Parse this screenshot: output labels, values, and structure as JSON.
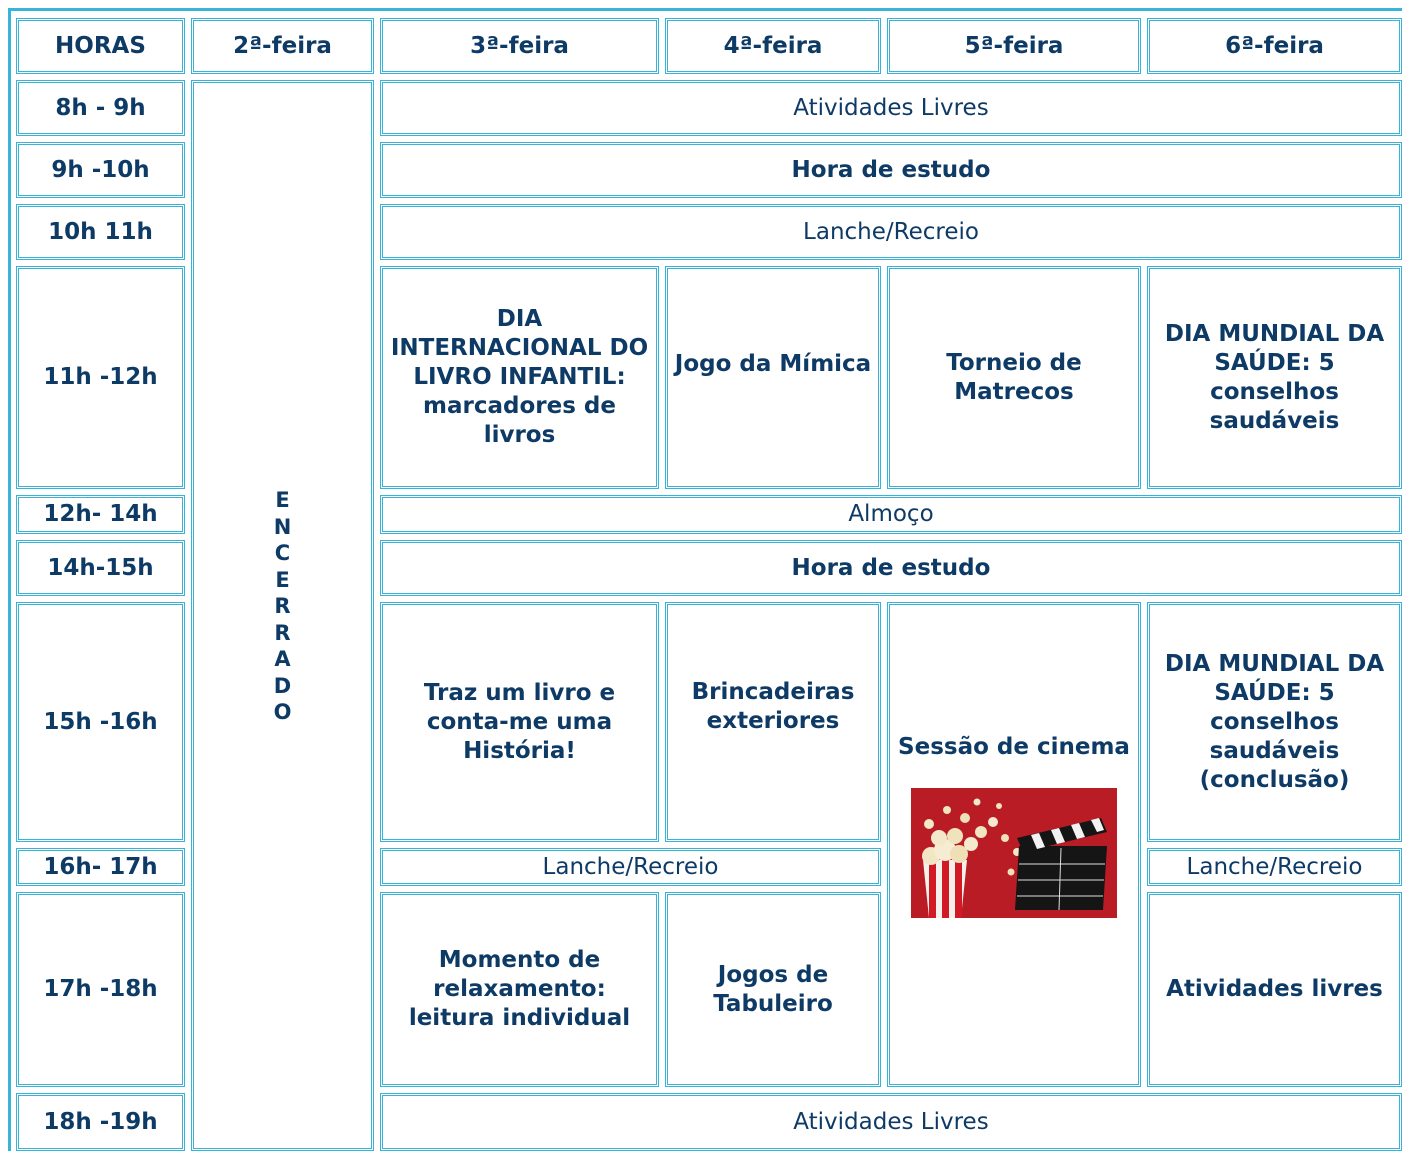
{
  "header": {
    "hours": "HORAS",
    "days": [
      "2ª-feira",
      "3ª-feira",
      "4ª-feira",
      "5ª-feira",
      "6ª-feira"
    ]
  },
  "hours": [
    "8h - 9h",
    "9h -10h",
    "10h 11h",
    "11h -12h",
    "12h- 14h",
    "14h-15h",
    "15h -16h",
    "16h- 17h",
    "17h -18h",
    "18h -19h"
  ],
  "monday": {
    "closed_letters": [
      "E",
      "N",
      "C",
      "E",
      "R",
      "R",
      "A",
      "D",
      "O"
    ]
  },
  "spans": {
    "atividades_livres": "Atividades Livres",
    "hora_estudo": "Hora de estudo",
    "lanche_recreio": "Lanche/Recreio",
    "almoco": "Almoço",
    "hora_estudo_2": "Hora de estudo",
    "atividades_livres_2": "Atividades Livres"
  },
  "slot_11_12": {
    "tue": "DIA INTERNACIONAL DO LIVRO INFANTIL: marcadores de livros",
    "wed": "Jogo da Mímica",
    "thu": "Torneio de Matrecos",
    "fri": "DIA MUNDIAL DA SAÚDE: 5 conselhos saudáveis"
  },
  "slot_15_16": {
    "tue": "Traz um livro e conta-me uma História!",
    "wed": "Brincadeiras exteriores",
    "fri": "DIA MUNDIAL DA SAÚDE: 5 conselhos saudáveis (conclusão)"
  },
  "cinema": {
    "label": "Sessão de cinema",
    "image_icon": "popcorn-clapperboard-photo"
  },
  "slot_16_17": {
    "tue_wed": "Lanche/Recreio",
    "fri": "Lanche/Recreio"
  },
  "slot_17_18": {
    "tue": "Momento de relaxamento: leitura individual",
    "wed": "Jogos de Tabuleiro",
    "fri": "Atividades livres"
  },
  "colors": {
    "border": "#37b4d8",
    "text": "#0e3a66",
    "photo_bg": "#c8202a"
  }
}
